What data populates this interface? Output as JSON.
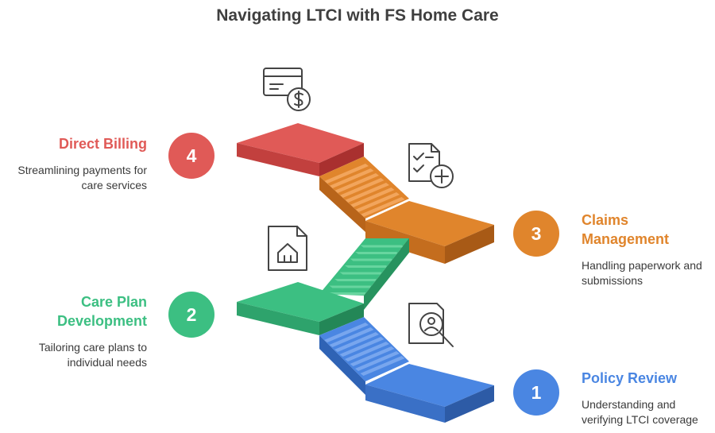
{
  "title": "Navigating LTCI with FS Home Care",
  "colors": {
    "step1": "#4a86e2",
    "step2": "#3cbf82",
    "step3": "#e0852c",
    "step4": "#e05a57",
    "icon_stroke": "#444444"
  },
  "steps": [
    {
      "number": "1",
      "title": "Policy Review",
      "description_line1": "Understanding and",
      "description_line2": "verifying LTCI coverage",
      "icon": "person-magnifier-icon"
    },
    {
      "number": "2",
      "title_line1": "Care Plan",
      "title_line2": "Development",
      "description_line1": "Tailoring care plans to",
      "description_line2": "individual needs",
      "icon": "home-document-icon"
    },
    {
      "number": "3",
      "title_line1": "Claims",
      "title_line2": "Management",
      "description_line1": "Handling paperwork and",
      "description_line2": "submissions",
      "icon": "checklist-plus-icon"
    },
    {
      "number": "4",
      "title": "Direct Billing",
      "description_line1": "Streamlining payments for",
      "description_line2": "care services",
      "icon": "card-dollar-icon"
    }
  ]
}
